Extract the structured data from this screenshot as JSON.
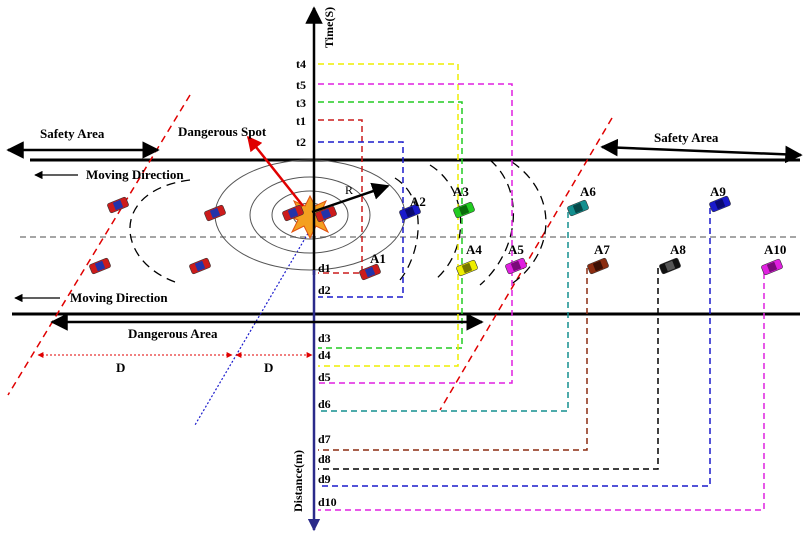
{
  "diagram": {
    "time_axis_label": "Time(S)",
    "distance_axis_label": "Distance(m)",
    "safety_area_left": "Safety Area",
    "safety_area_right": "Safety Area",
    "dangerous_area": "Dangerous Area",
    "dangerous_spot": "Dangerous Spot",
    "moving_direction_top": "Moving Direction",
    "moving_direction_bottom": "Moving Direction",
    "radius_label": "R",
    "d_label_left": "D",
    "d_label_right": "D",
    "time_ticks": [
      "t4",
      "t5",
      "t3",
      "t1",
      "t2"
    ],
    "distance_ticks": [
      "d1",
      "d2",
      "d3",
      "d4",
      "d5",
      "d6",
      "d7",
      "d8",
      "d9",
      "d10"
    ],
    "vehicles": [
      "A1",
      "A2",
      "A3",
      "A4",
      "A5",
      "A6",
      "A7",
      "A8",
      "A9",
      "A10"
    ],
    "colors": {
      "A1": "#cc1b1b",
      "A2": "#1a1acc",
      "A3": "#22cc22",
      "A4": "#eeee00",
      "A5": "#e020e0",
      "A6": "#138f8f",
      "A7": "#8b2c10",
      "A8": "#000000",
      "A9": "#1a1acc",
      "A10": "#e020e0"
    }
  }
}
